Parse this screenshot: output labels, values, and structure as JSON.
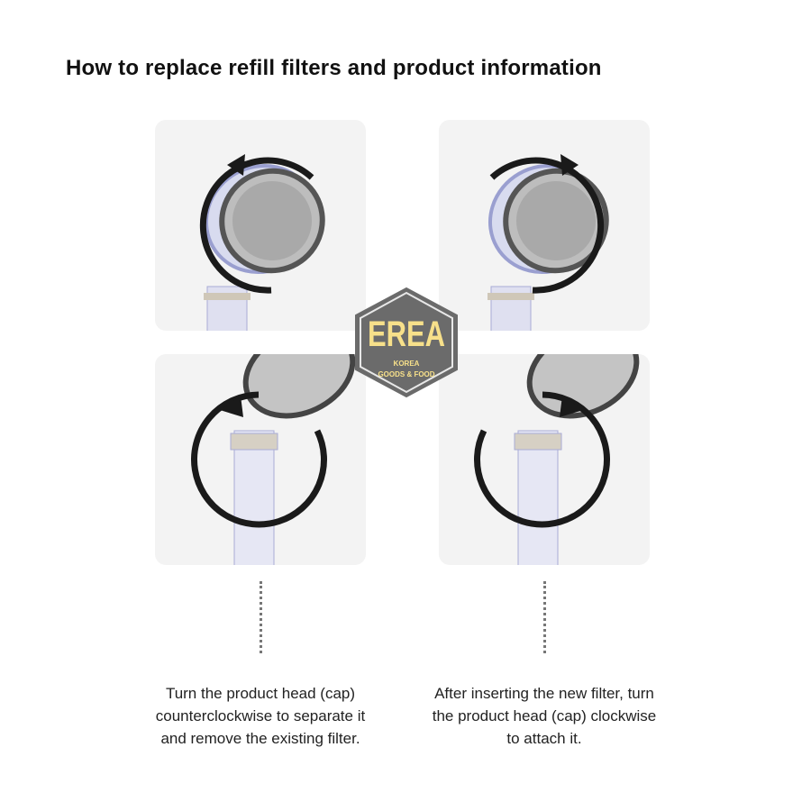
{
  "title": "How to replace refill filters and product information",
  "steps": [
    {
      "caption": "Turn the product head (cap) counterclockwise to separate it and remove the existing filter.",
      "direction": "counterclockwise"
    },
    {
      "caption": "After inserting the new filter, turn the product head (cap) clockwise to attach it.",
      "direction": "clockwise"
    }
  ],
  "logo": {
    "brand": "EREA",
    "line1": "KOREA",
    "line2": "GOODS & FOOD",
    "bg": "#6b6b6b",
    "text": "#f7e08a"
  }
}
